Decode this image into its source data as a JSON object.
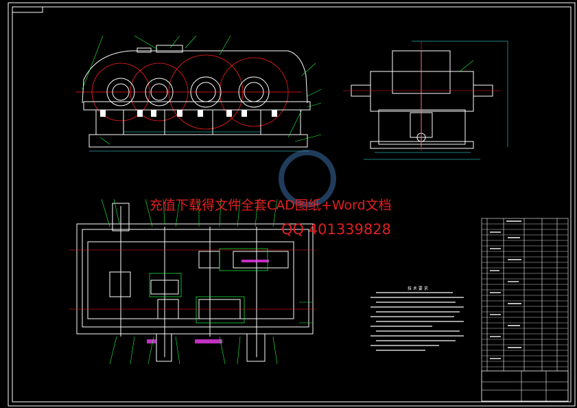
{
  "drawing": {
    "watermark_line1": "充值下载得文件全套CAD图纸+Word文档",
    "watermark_line2": "QQ 401339828",
    "technical_requirements_title": "技 术 要 求",
    "colors": {
      "background": "#000000",
      "outline": "#ffffff",
      "centerline": "#ff2020",
      "leader": "#20ff40",
      "hatch": "#ff40ff",
      "dimension": "#40ffff",
      "watermark": "#e02020"
    }
  }
}
